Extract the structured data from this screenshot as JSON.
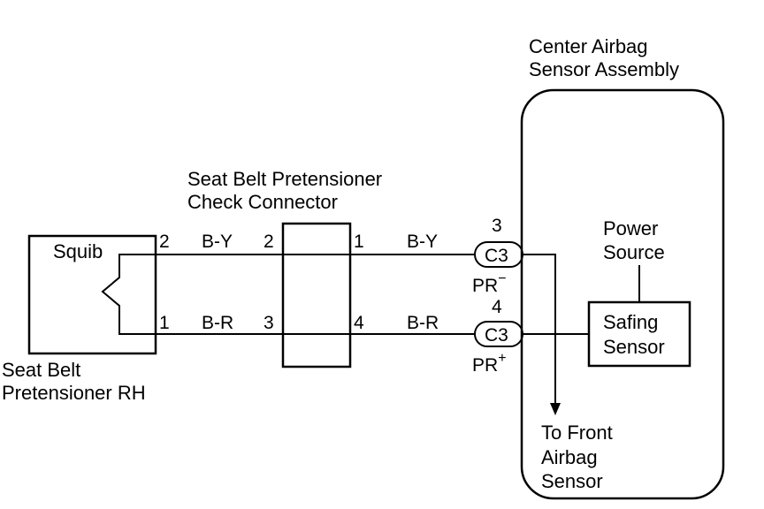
{
  "labels": {
    "center_assembly_line1": "Center Airbag",
    "center_assembly_line2": "Sensor Assembly",
    "check_connector_line1": "Seat Belt Pretensioner",
    "check_connector_line2": "Check Connector",
    "squib": "Squib",
    "pretensioner_line1": "Seat Belt",
    "pretensioner_line2": "Pretensioner RH",
    "power_source_line1": "Power",
    "power_source_line2": "Source",
    "safing_line1": "Safing",
    "safing_line2": "Sensor",
    "front_sensor_line1": "To Front",
    "front_sensor_line2": "Airbag",
    "front_sensor_line3": "Sensor"
  },
  "pins": {
    "squib_top": "2",
    "squib_bottom": "1",
    "check_left_top": "2",
    "check_left_bottom": "3",
    "check_right_top": "1",
    "check_right_bottom": "4",
    "c3_top_pin": "3",
    "c3_bottom_pin": "4"
  },
  "wires": {
    "left_top": "B-Y",
    "left_bottom": "B-R",
    "right_top": "B-Y",
    "right_bottom": "B-R"
  },
  "connectors": {
    "top": "C3",
    "bottom": "C3",
    "top_terminal": "PR",
    "top_terminal_sign": "−",
    "bottom_terminal": "PR",
    "bottom_terminal_sign": "+"
  }
}
